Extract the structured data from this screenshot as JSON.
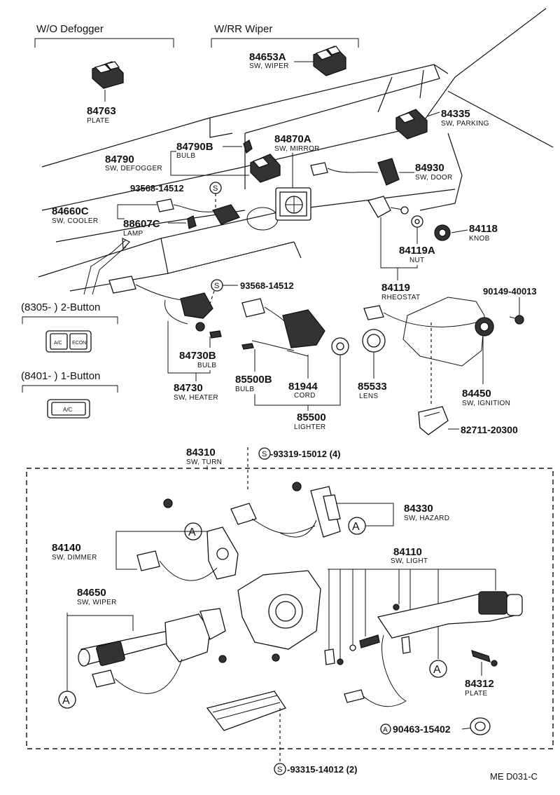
{
  "headers": {
    "wo_defogger": "W/O Defogger",
    "wrr_wiper": "W/RR Wiper",
    "two_button": "(8305-        ) 2-Button",
    "one_button": "(8401-        ) 1-Button"
  },
  "buttons": {
    "ac": "A/C",
    "econ": "ECON"
  },
  "parts": {
    "p84653A": {
      "num": "84653A",
      "desc": "SW, WIPER"
    },
    "p84763": {
      "num": "84763",
      "desc": "PLATE"
    },
    "p84335": {
      "num": "84335",
      "desc": "SW, PARKING"
    },
    "p84790B": {
      "num": "84790B",
      "desc": "BULB"
    },
    "p84790": {
      "num": "84790",
      "desc": "SW, DEFOGGER"
    },
    "p84870A": {
      "num": "84870A",
      "desc": "SW, MIRROR"
    },
    "p84930": {
      "num": "84930",
      "desc": "SW, DOOR"
    },
    "p93568a": {
      "num": "93568-14512"
    },
    "p84660C": {
      "num": "84660C",
      "desc": "SW, COOLER"
    },
    "p88607C": {
      "num": "88607C",
      "desc": "LAMP"
    },
    "p84118": {
      "num": "84118",
      "desc": "KNOB"
    },
    "p84119A": {
      "num": "84119A",
      "desc": "NUT"
    },
    "p84119": {
      "num": "84119",
      "desc": "RHEOSTAT"
    },
    "p93568b": {
      "num": "93568-14512"
    },
    "p90149": {
      "num": "90149-40013"
    },
    "p84730B": {
      "num": "84730B",
      "desc": "BULB"
    },
    "p84730": {
      "num": "84730",
      "desc": "SW, HEATER"
    },
    "p85500B": {
      "num": "85500B",
      "desc": "BULB"
    },
    "p81944": {
      "num": "81944",
      "desc": "CORD"
    },
    "p85533": {
      "num": "85533",
      "desc": "LENS"
    },
    "p85500": {
      "num": "85500",
      "desc": "LIGHTER"
    },
    "p84450": {
      "num": "84450",
      "desc": "SW, IGNITION"
    },
    "p82711": {
      "num": "82711-20300"
    },
    "p84310": {
      "num": "84310",
      "desc": "SW, TURN"
    },
    "p93319": {
      "num": "-93319-15012  (4)"
    },
    "p84330": {
      "num": "84330",
      "desc": "SW, HAZARD"
    },
    "p84140": {
      "num": "84140",
      "desc": "SW, DIMMER"
    },
    "p84110": {
      "num": "84110",
      "desc": "SW, LIGHT"
    },
    "p84650": {
      "num": "84650",
      "desc": "SW, WIPER"
    },
    "p84312": {
      "num": "84312",
      "desc": "PLATE"
    },
    "p90463": {
      "num": "90463-15402"
    },
    "p93315": {
      "num": "-93315-14012  (2)"
    }
  },
  "markers": {
    "s": "S",
    "a": "A"
  },
  "footer_code": "ME D031-C"
}
